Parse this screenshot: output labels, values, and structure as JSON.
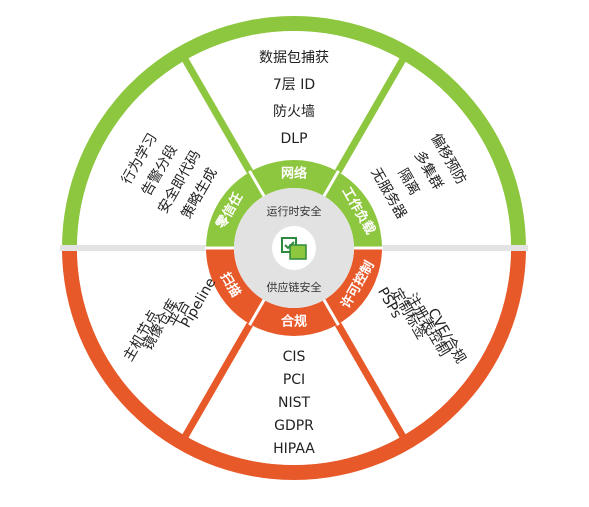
{
  "colors": {
    "green": "#8dc63f",
    "orange": "#e8592a",
    "divider": "#e3e3e3",
    "ring_gap": "#ffffff",
    "core_grey": "#e2e2e2",
    "text": "#222222",
    "icon_green": "#2e8b3e"
  },
  "hub": {
    "top_label": "运行时安全",
    "bottom_label": "供应链安全",
    "icon": "checklist-shield-icon"
  },
  "ring_labels": [
    {
      "id": "network",
      "label": "网络",
      "half": "top"
    },
    {
      "id": "workload",
      "label": "工作负载",
      "half": "top"
    },
    {
      "id": "zerotrust",
      "label": "零信任",
      "half": "top"
    },
    {
      "id": "scan",
      "label": "扫描",
      "half": "bottom"
    },
    {
      "id": "compliance",
      "label": "合规",
      "half": "bottom"
    },
    {
      "id": "admission",
      "label": "许可控制",
      "half": "bottom"
    }
  ],
  "sectors": {
    "network": [
      "数据包捕获",
      "7层 ID",
      "防火墙",
      "DLP"
    ],
    "workload": [
      "偏移预防",
      "多集群",
      "隔离",
      "无服务器"
    ],
    "zerotrust": [
      "行为学习",
      "告警分段",
      "安全即代码",
      "策略生成"
    ],
    "scan": [
      "Pipeline",
      "平台",
      "镜像仓库",
      "主机节点"
    ],
    "compliance": [
      "CIS",
      "PCI",
      "NIST",
      "GDPR",
      "HIPAA"
    ],
    "admission": [
      "PSPs",
      "定制标签",
      "注册表控制",
      "CVE/合规"
    ]
  }
}
